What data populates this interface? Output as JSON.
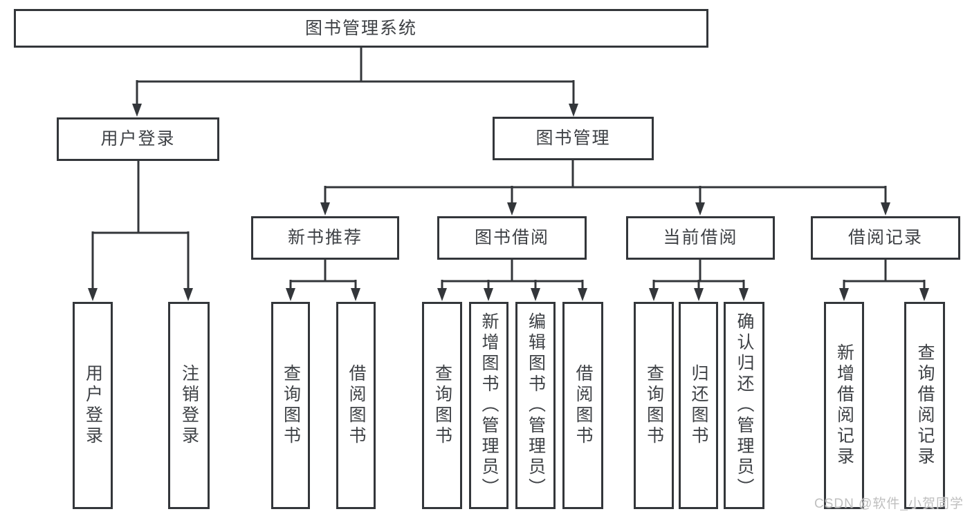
{
  "diagram": {
    "root": {
      "label": "图书管理系统"
    },
    "level1": [
      {
        "label": "用户登录"
      },
      {
        "label": "图书管理"
      }
    ],
    "level2": [
      {
        "label": "新书推荐"
      },
      {
        "label": "图书借阅"
      },
      {
        "label": "当前借阅"
      },
      {
        "label": "借阅记录"
      }
    ],
    "leaves": [
      {
        "label": "用户登录"
      },
      {
        "label": "注销登录"
      },
      {
        "label": "查询图书"
      },
      {
        "label": "借阅图书"
      },
      {
        "label": "查询图书"
      },
      {
        "label": "新增图书（管理员）"
      },
      {
        "label": "编辑图书（管理员）"
      },
      {
        "label": "借阅图书"
      },
      {
        "label": "查询图书"
      },
      {
        "label": "归还图书"
      },
      {
        "label": "确认归还（管理员）"
      },
      {
        "label": "新增借阅记录"
      },
      {
        "label": "查询借阅记录"
      }
    ]
  },
  "watermark": {
    "text": "CSDN @软件_小贺同学"
  },
  "colors": {
    "line": "#33363a",
    "text": "#3e4145",
    "box_background": "#ffffff",
    "watermark": "#bfbfbf",
    "page_background": "#ffffff"
  }
}
